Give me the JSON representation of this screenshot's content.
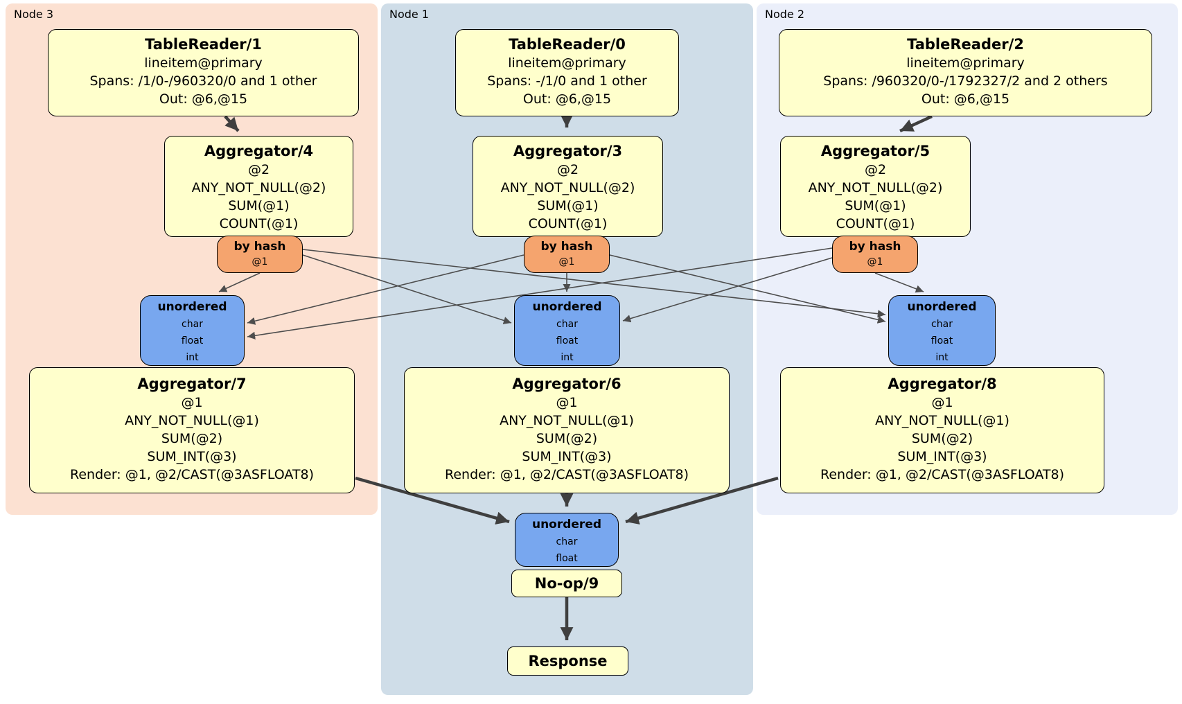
{
  "regions": {
    "node3": {
      "label": "Node 3",
      "background": "#fce1d2"
    },
    "node1": {
      "label": "Node 1",
      "background": "#cfdde8"
    },
    "node2": {
      "label": "Node 2",
      "background": "#ebeffa"
    }
  },
  "colors": {
    "processor_fill": "#ffffcc",
    "router_fill": "#f5a46e",
    "sync_fill": "#78a7ef",
    "thin_edge": "#4d4d4d",
    "thick_edge": "#3f3f3f",
    "border": "#000000"
  },
  "processors": {
    "tr1": {
      "title": "TableReader/1",
      "lines": [
        "lineitem@primary",
        "Spans: /1/0-/960320/0 and 1 other",
        "Out: @6,@15"
      ]
    },
    "tr0": {
      "title": "TableReader/0",
      "lines": [
        "lineitem@primary",
        "Spans: -/1/0 and 1 other",
        "Out: @6,@15"
      ]
    },
    "tr2": {
      "title": "TableReader/2",
      "lines": [
        "lineitem@primary",
        "Spans: /960320/0-/1792327/2 and 2 others",
        "Out: @6,@15"
      ]
    },
    "agg4": {
      "title": "Aggregator/4",
      "lines": [
        "@2",
        "ANY_NOT_NULL(@2)",
        "SUM(@1)",
        "COUNT(@1)"
      ]
    },
    "agg3": {
      "title": "Aggregator/3",
      "lines": [
        "@2",
        "ANY_NOT_NULL(@2)",
        "SUM(@1)",
        "COUNT(@1)"
      ]
    },
    "agg5": {
      "title": "Aggregator/5",
      "lines": [
        "@2",
        "ANY_NOT_NULL(@2)",
        "SUM(@1)",
        "COUNT(@1)"
      ]
    },
    "agg7": {
      "title": "Aggregator/7",
      "lines": [
        "@1",
        "ANY_NOT_NULL(@1)",
        "SUM(@2)",
        "SUM_INT(@3)",
        "Render: @1, @2/CAST(@3ASFLOAT8)"
      ]
    },
    "agg6": {
      "title": "Aggregator/6",
      "lines": [
        "@1",
        "ANY_NOT_NULL(@1)",
        "SUM(@2)",
        "SUM_INT(@3)",
        "Render: @1, @2/CAST(@3ASFLOAT8)"
      ]
    },
    "agg8": {
      "title": "Aggregator/8",
      "lines": [
        "@1",
        "ANY_NOT_NULL(@1)",
        "SUM(@2)",
        "SUM_INT(@3)",
        "Render: @1, @2/CAST(@3ASFLOAT8)"
      ]
    },
    "noop": {
      "title": "No-op/9"
    },
    "response": {
      "title": "Response"
    }
  },
  "routers": {
    "bh3": {
      "title": "by hash",
      "detail": "@1"
    },
    "bh1": {
      "title": "by hash",
      "detail": "@1"
    },
    "bh2": {
      "title": "by hash",
      "detail": "@1"
    }
  },
  "syncs": {
    "un3": {
      "title": "unordered",
      "items": [
        "char",
        "float",
        "int"
      ]
    },
    "un1": {
      "title": "unordered",
      "items": [
        "char",
        "float",
        "int"
      ]
    },
    "un2": {
      "title": "unordered",
      "items": [
        "char",
        "float",
        "int"
      ]
    },
    "unb": {
      "title": "unordered",
      "items": [
        "char",
        "float"
      ]
    }
  }
}
